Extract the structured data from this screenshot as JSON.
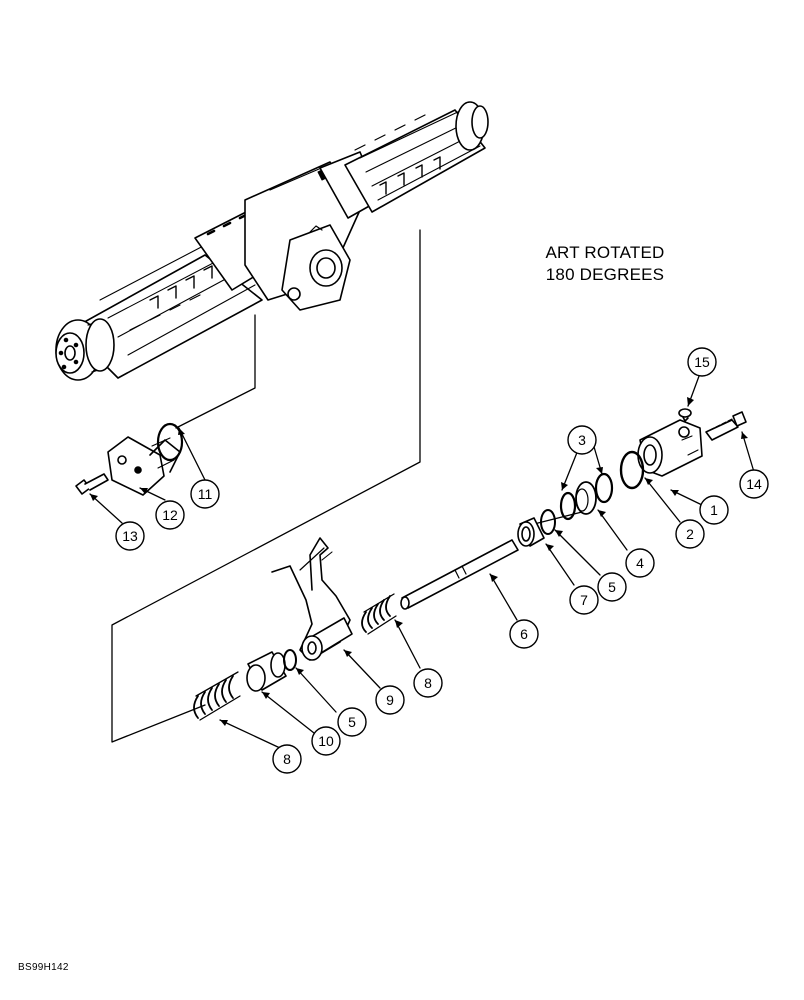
{
  "note": {
    "line1": "ART ROTATED",
    "line2": "180 DEGREES"
  },
  "figure_code": "BS99H142",
  "callouts": [
    "1",
    "2",
    "3",
    "4",
    "5",
    "5",
    "6",
    "7",
    "8",
    "8",
    "9",
    "10",
    "11",
    "12",
    "13",
    "14",
    "15"
  ],
  "colors": {
    "ink": "#000000",
    "paper": "#ffffff",
    "shade": "#d9d9d9"
  }
}
